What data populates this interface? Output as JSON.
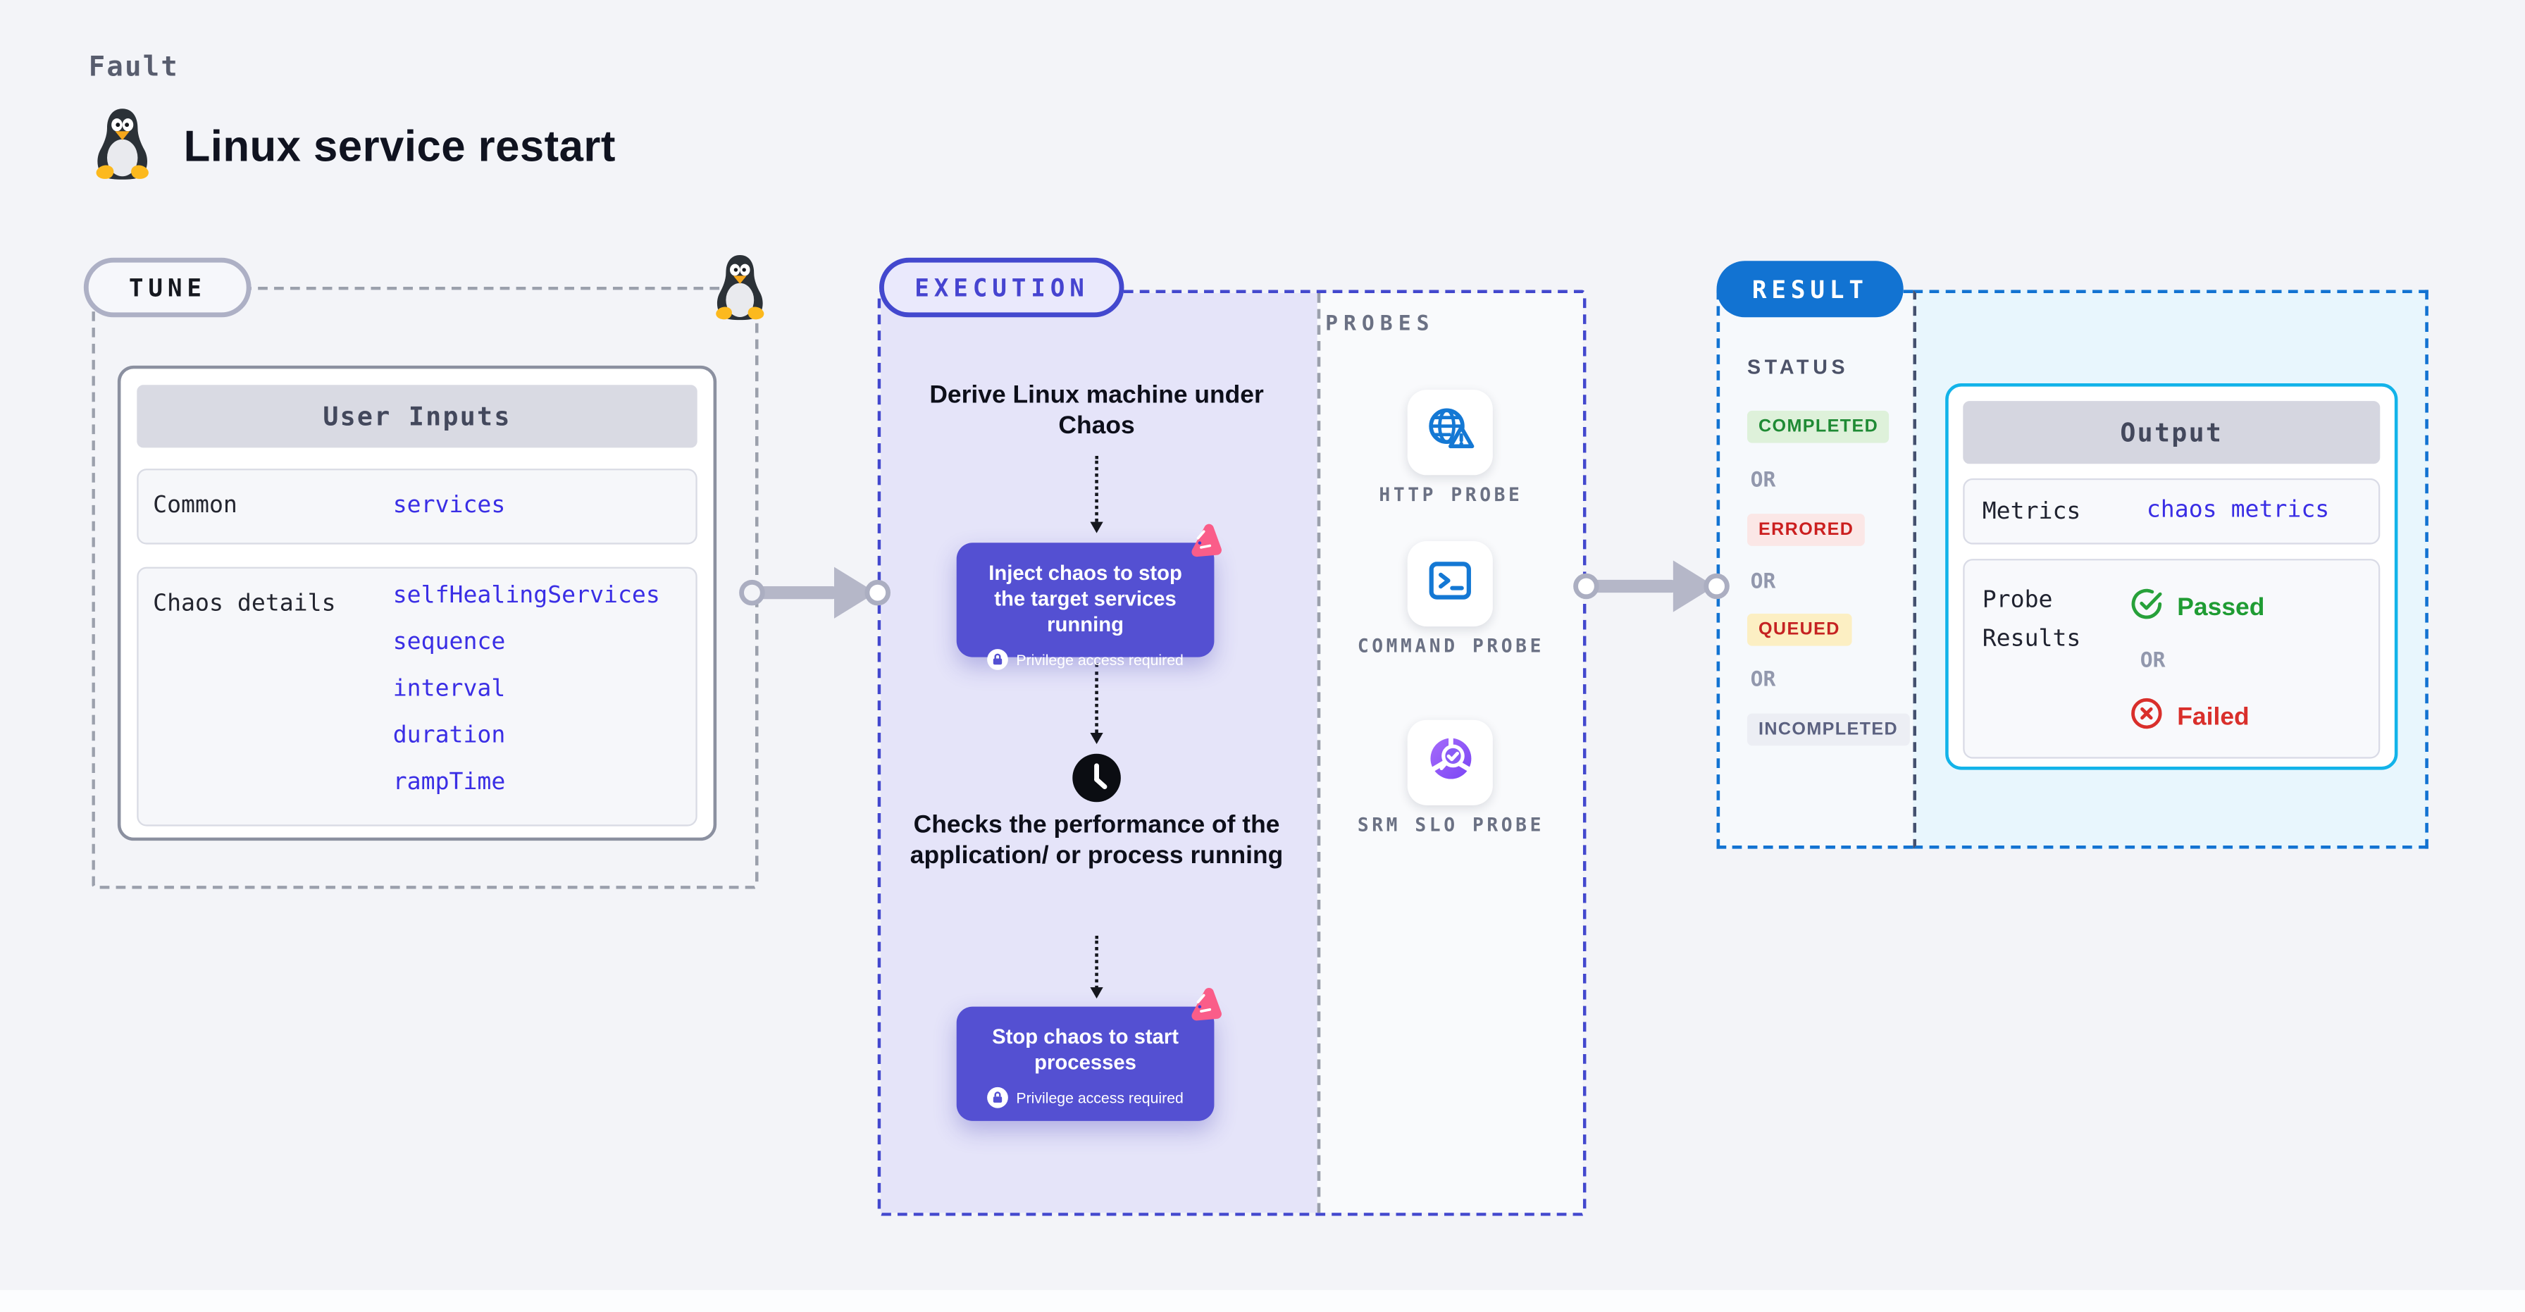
{
  "page": {
    "kicker": "Fault",
    "title": "Linux service restart"
  },
  "tune": {
    "badge": "TUNE",
    "user_inputs": {
      "header": "User Inputs",
      "common_label": "Common",
      "common_value": "services",
      "chaos_label": "Chaos details",
      "chaos_values": [
        "selfHealingServices",
        "sequence",
        "interval",
        "duration",
        "rampTime"
      ]
    }
  },
  "execution": {
    "badge": "EXECUTION",
    "step1": "Derive Linux machine under Chaos",
    "action1": {
      "title": "Inject chaos to stop the target services running",
      "note": "Privilege access required"
    },
    "step2": "Checks the performance of the application/ or process running",
    "action2": {
      "title": "Stop chaos to start processes",
      "note": "Privilege access required"
    },
    "probes": {
      "label": "PROBES",
      "items": [
        {
          "name": "HTTP PROBE",
          "icon": "globe-alert-icon"
        },
        {
          "name": "COMMAND PROBE",
          "icon": "terminal-icon"
        },
        {
          "name": "SRM SLO PROBE",
          "icon": "slo-pie-icon"
        }
      ]
    }
  },
  "result": {
    "badge": "RESULT",
    "status": {
      "label": "STATUS",
      "or": "OR",
      "values": [
        "COMPLETED",
        "ERRORED",
        "QUEUED",
        "INCOMPLETED"
      ]
    },
    "output": {
      "header": "Output",
      "metrics_label": "Metrics",
      "metrics_value": "chaos metrics",
      "probe_results_label": "Probe Results",
      "passed": "Passed",
      "or": "OR",
      "failed": "Failed"
    }
  },
  "colors": {
    "background": "#f3f4f8",
    "tune_dash": "#9ba0ac",
    "execution_accent": "#4348ce",
    "execution_fill": "#e5e4f9",
    "result_accent": "#1273d2",
    "output_border": "#12b3e9",
    "output_fill": "#e8f6fd",
    "action_box": "#5450d2",
    "chaos_pink": "#fa5d89",
    "code_blue": "#3a2ee5",
    "passed_green": "#1f9c33",
    "failed_red": "#d92f2b",
    "completed_bg": "#def1da",
    "completed_fg": "#1f8a34",
    "errored_bg": "#fbe7e6",
    "errored_fg": "#cb1f1f",
    "queued_bg": "#fcefc3",
    "queued_fg": "#c52222",
    "incompleted_bg": "#eceef4",
    "incompleted_fg": "#5b6180"
  }
}
